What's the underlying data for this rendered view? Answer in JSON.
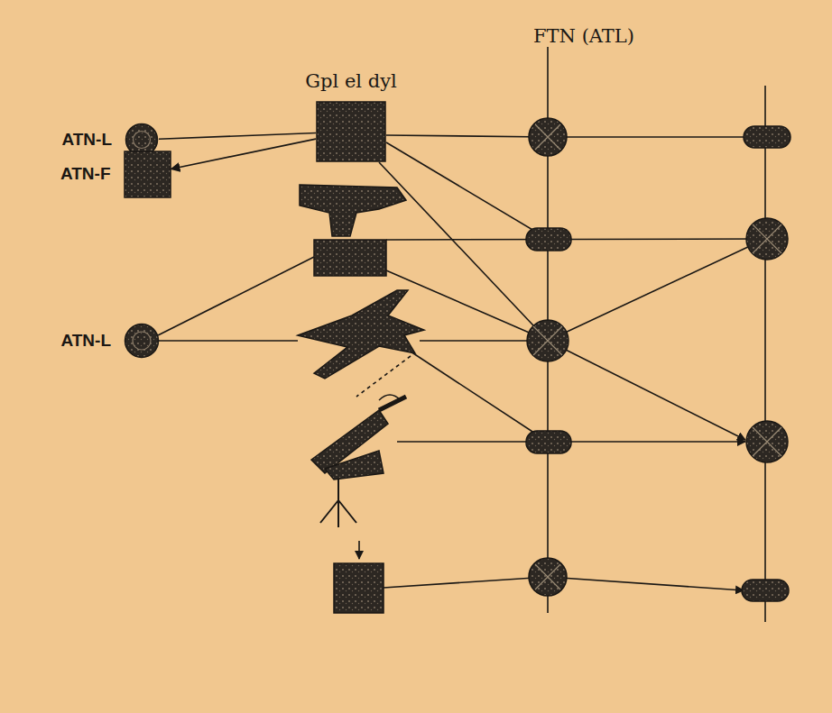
{
  "diagram": {
    "nodes": [
      {
        "text": [
          "ATN-L"
        ]
      },
      {
        "text": [
          "ATN-F"
        ]
      },
      {
        "text": [
          "Gpl el dyl"
        ]
      },
      {
        "text": [
          "ATN-L"
        ]
      }
    ],
    "edges": [
      {
        "from": 0,
        "to": 2,
        "arrow": "none"
      },
      {
        "from": 2,
        "to": 1,
        "arrow": "to"
      }
    ],
    "labels": [
      "FTN (ATL)"
    ]
  }
}
